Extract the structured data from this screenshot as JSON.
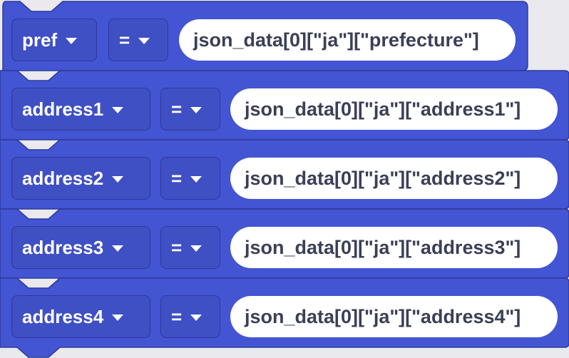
{
  "colors": {
    "block_fill": "#4355d2",
    "block_stroke": "#2e3a99",
    "field_fill": "#3f4fc4",
    "value_text": "#3b3f57",
    "background": "#e9e9ee"
  },
  "rows": [
    {
      "variable": "pref",
      "operator": "=",
      "value": "json_data[0][\"ja\"][\"prefecture\"]"
    },
    {
      "variable": "address1",
      "operator": "=",
      "value": "json_data[0][\"ja\"][\"address1\"]"
    },
    {
      "variable": "address2",
      "operator": "=",
      "value": "json_data[0][\"ja\"][\"address2\"]"
    },
    {
      "variable": "address3",
      "operator": "=",
      "value": "json_data[0][\"ja\"][\"address3\"]"
    },
    {
      "variable": "address4",
      "operator": "=",
      "value": "json_data[0][\"ja\"][\"address4\"]"
    }
  ]
}
